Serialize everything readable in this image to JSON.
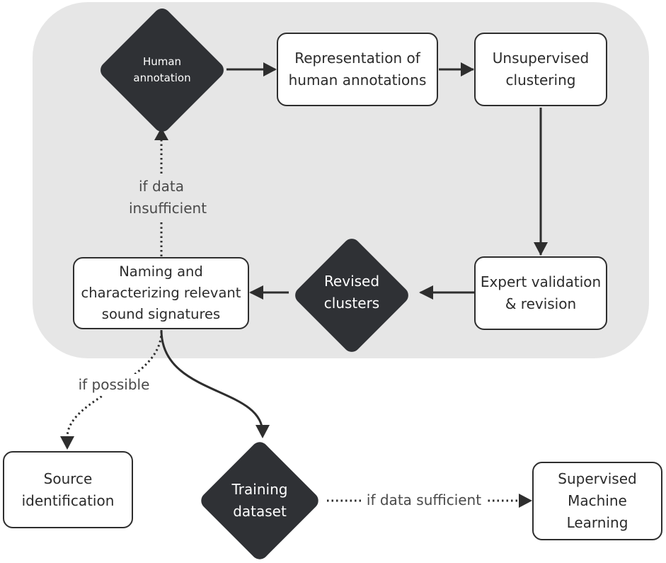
{
  "colors": {
    "region": "#e6e6e6",
    "box_border": "#2e2e2e",
    "diamond_fill": "#2f3135",
    "arrow": "#2e2e2e"
  },
  "nodes": {
    "human_annotation": {
      "lines": [
        "Human",
        "annotation"
      ]
    },
    "representation": {
      "lines": [
        "Representation of",
        "human annotations"
      ]
    },
    "unsupervised": {
      "lines": [
        "Unsupervised",
        "clustering"
      ]
    },
    "expert": {
      "lines": [
        "Expert validation",
        "& revision"
      ]
    },
    "revised": {
      "lines": [
        "Revised",
        "clusters"
      ]
    },
    "naming": {
      "lines": [
        "Naming and",
        "characterizing relevant",
        "sound signatures"
      ]
    },
    "source": {
      "lines": [
        "Source",
        "identification"
      ]
    },
    "training": {
      "lines": [
        "Training",
        "dataset"
      ]
    },
    "supervised": {
      "lines": [
        "Supervised",
        "Machine",
        "Learning"
      ]
    }
  },
  "edge_labels": {
    "if_data_insufficient": [
      "if data",
      "insufficient"
    ],
    "if_possible": "if possible",
    "if_data_sufficient": "if data sufficient"
  }
}
